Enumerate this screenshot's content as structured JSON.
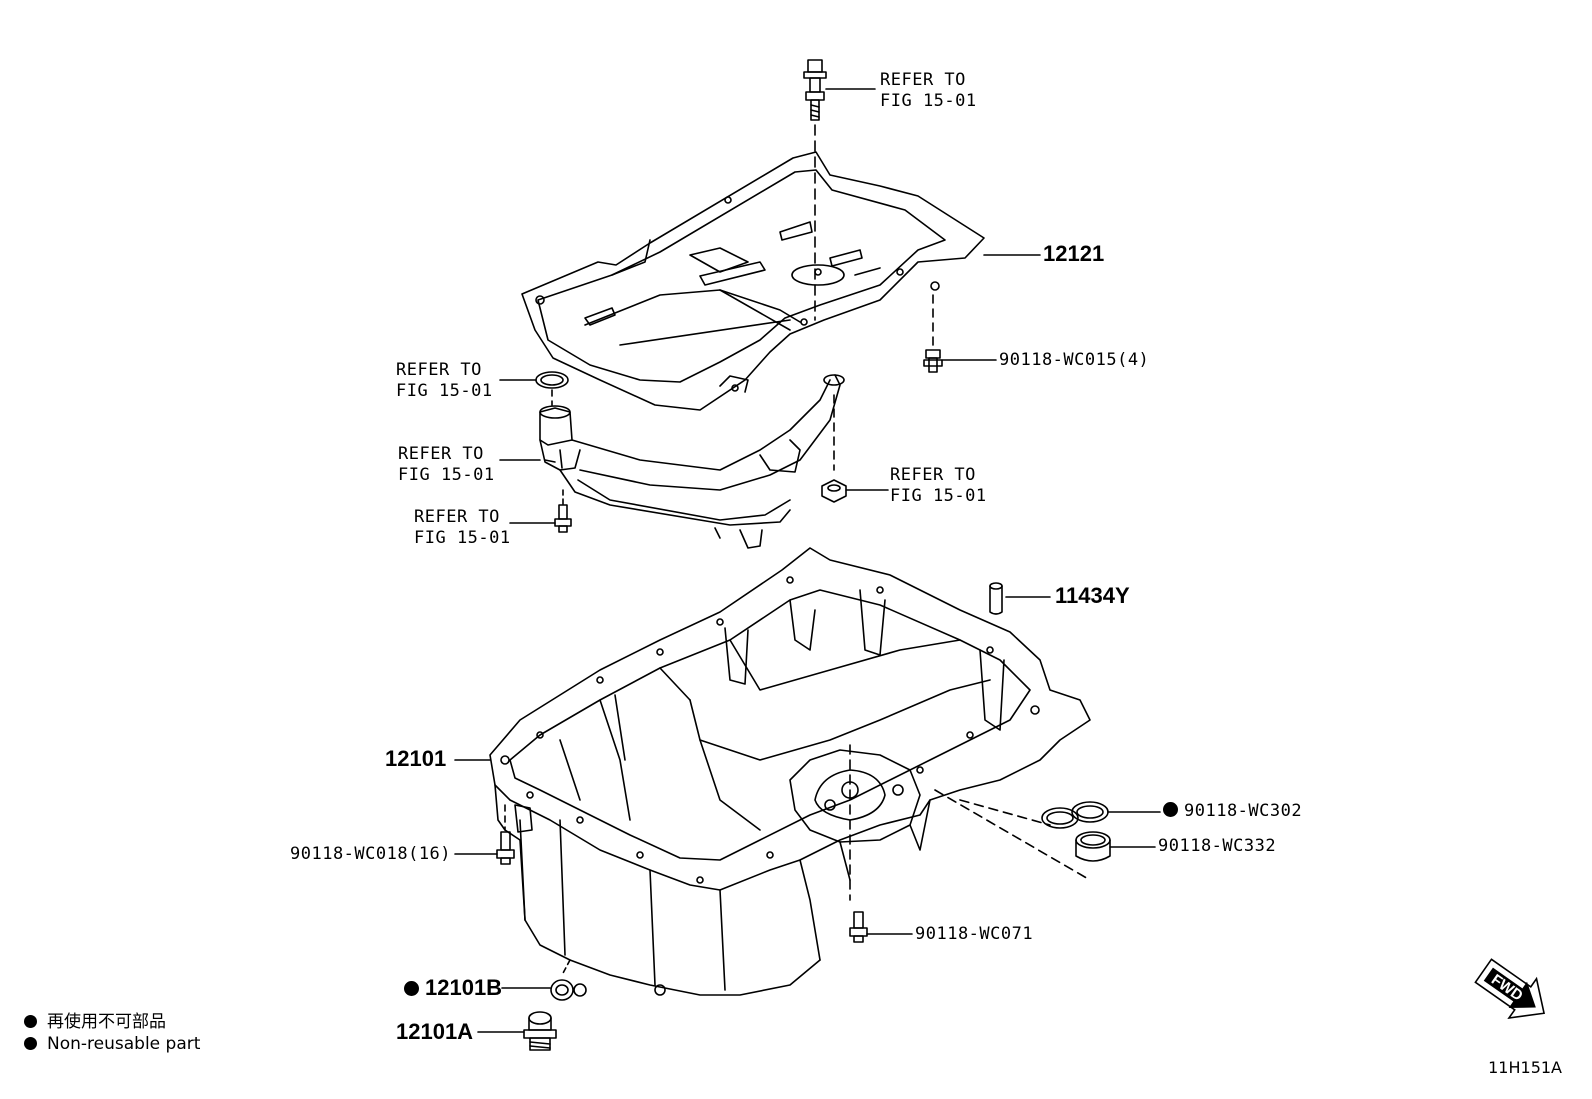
{
  "labels": {
    "refer_top": [
      "REFER TO",
      "FIG 15-01"
    ],
    "part_12121": "12121",
    "part_wc015": "90118-WC015(4)",
    "refer_oring": [
      "REFER TO",
      "FIG 15-01"
    ],
    "refer_pipe": [
      "REFER TO",
      "FIG 15-01"
    ],
    "refer_bolt": [
      "REFER TO",
      "FIG 15-01"
    ],
    "refer_nut": [
      "REFER TO",
      "FIG 15-01"
    ],
    "part_11434y": "11434Y",
    "part_12101": "12101",
    "part_wc302": "90118-WC302",
    "part_wc332": "90118-WC332",
    "part_wc018": "90118-WC018(16)",
    "part_wc071": "90118-WC071",
    "part_12101b": "12101B",
    "part_12101a": "12101A"
  },
  "legend": {
    "japanese": "再使用不可部品",
    "english": "Non-reusable part"
  },
  "fwd_label": "FWD",
  "figure_code": "11H151A"
}
